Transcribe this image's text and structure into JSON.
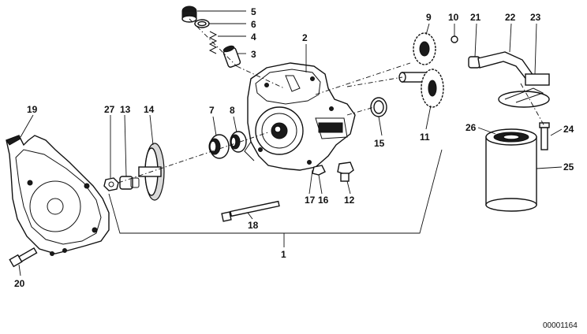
{
  "callouts": {
    "c1": "1",
    "c2": "2",
    "c3": "3",
    "c4": "4",
    "c5": "5",
    "c6": "6",
    "c7": "7",
    "c8": "8",
    "c9": "9",
    "c10": "10",
    "c11": "11",
    "c12": "12",
    "c13": "13",
    "c14": "14",
    "c15": "15",
    "c16": "16",
    "c17": "17",
    "c18": "18",
    "c19": "19",
    "c20": "20",
    "c21": "21",
    "c22": "22",
    "c23": "23",
    "c24": "24",
    "c25": "25",
    "c26": "26",
    "c27": "27"
  },
  "doc_number": "00001164"
}
